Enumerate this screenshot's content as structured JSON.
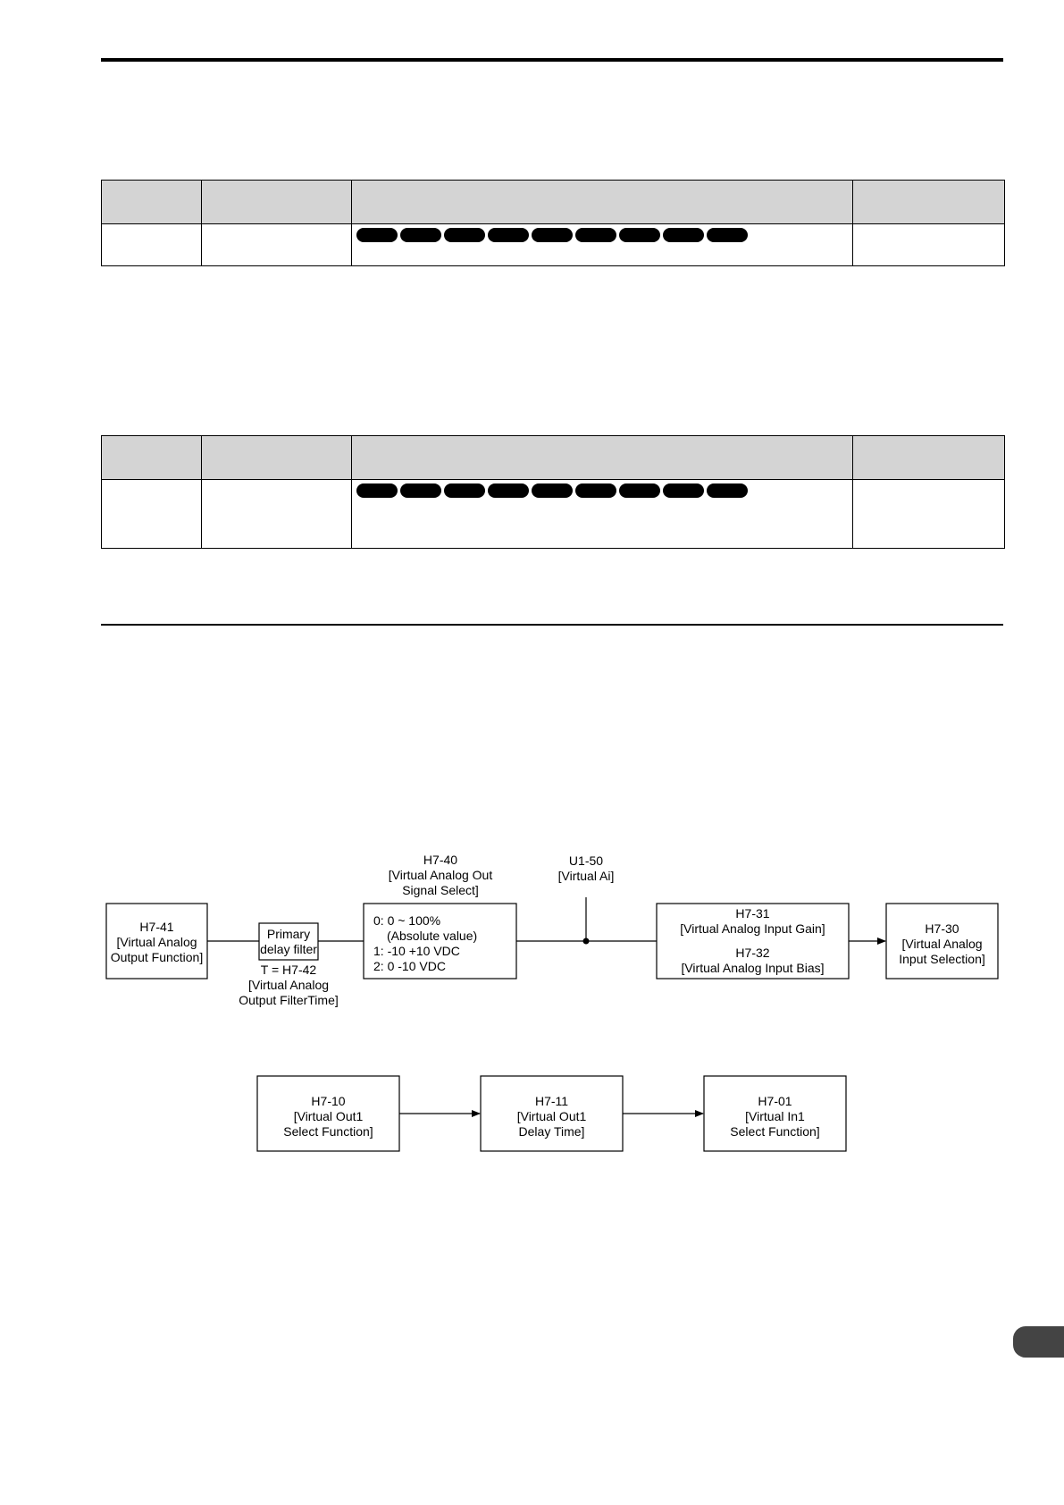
{
  "tables": [
    {
      "rows": [
        {
          "cells": [
            "",
            "",
            "",
            ""
          ]
        }
      ],
      "pill_count": 9
    },
    {
      "rows": [
        {
          "cells": [
            "",
            "",
            "",
            ""
          ]
        }
      ],
      "pill_count": 9
    }
  ],
  "diagram1": {
    "h741": {
      "l1": "H7-41",
      "l2": "[Virtual Analog",
      "l3": "Output Function]"
    },
    "filter": {
      "l1": "Primary",
      "l2": "delay filter"
    },
    "filter_caption": {
      "l1": "T = H7-42",
      "l2": "[Virtual Analog",
      "l3": "Output FilterTime]"
    },
    "h740_caption": {
      "l1": "H7-40",
      "l2": "[Virtual Analog Out",
      "l3": "Signal Select]"
    },
    "h740_box": {
      "l1": "0: 0 ~ 100%",
      "l2": "(Absolute value)",
      "l3": "1: -10 +10 VDC",
      "l4": "2: 0 -10 VDC"
    },
    "u150": {
      "l1": "U1-50",
      "l2": "[Virtual Ai]"
    },
    "gain_bias": {
      "l1": "H7-31",
      "l2": "[Virtual Analog Input Gain]",
      "l3": "H7-32",
      "l4": "[Virtual Analog Input Bias]"
    },
    "h730": {
      "l1": "H7-30",
      "l2": "[Virtual Analog",
      "l3": "Input Selection]"
    }
  },
  "diagram2": {
    "h710": {
      "l1": "H7-10",
      "l2": "[Virtual Out1",
      "l3": "Select Function]"
    },
    "h711": {
      "l1": "H7-11",
      "l2": "[Virtual Out1",
      "l3": "Delay Time]"
    },
    "h701": {
      "l1": "H7-01",
      "l2": "[Virtual In1",
      "l3": "Select Function]"
    }
  }
}
